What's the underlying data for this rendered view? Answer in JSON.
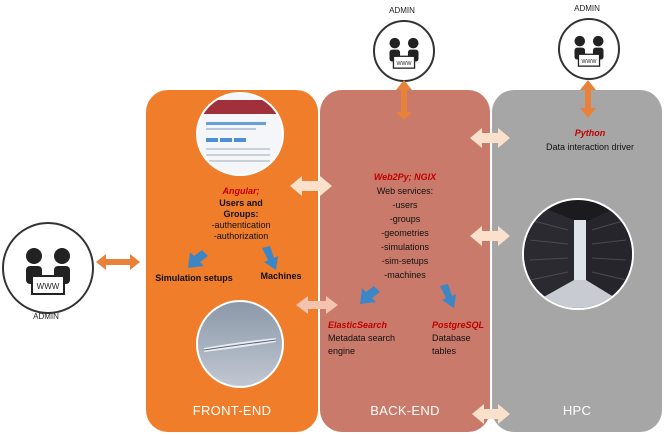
{
  "admins": {
    "left_label": "ADMIN",
    "top_mid_label": "ADMIN",
    "top_right_label": "ADMIN",
    "icon_text": "WWW"
  },
  "frontend": {
    "title": "FRONT-END",
    "angular_title": "Angular;",
    "angular_lines": [
      "Users and",
      "Groups:",
      "-authentication",
      "-authorization"
    ],
    "sim_setups": "Simulation setups",
    "machines": "Machines"
  },
  "backend": {
    "title": "BACK-END",
    "web_title": "Web2Py; NGIX",
    "web_lines": [
      "Web services:",
      "-users",
      "-groups",
      "-geometries",
      "-simulations",
      "-sim-setups",
      "-machines"
    ],
    "es_title": "ElasticSearch",
    "es_lines": [
      "Metadata search",
      "engine"
    ],
    "pg_title": "PostgreSQL",
    "pg_lines": [
      "Database",
      "tables"
    ]
  },
  "hpc": {
    "title": "HPC",
    "python_title": "Python",
    "python_desc": "Data interaction driver"
  },
  "colors": {
    "frontend": "#ef7d2a",
    "backend": "#c97a6a",
    "hpc": "#a6a6a6",
    "accent_red": "#c00000",
    "arrow_orange": "#e8823a",
    "arrow_blue": "#3d86c6",
    "arrow_light": "#fbe1cc"
  }
}
